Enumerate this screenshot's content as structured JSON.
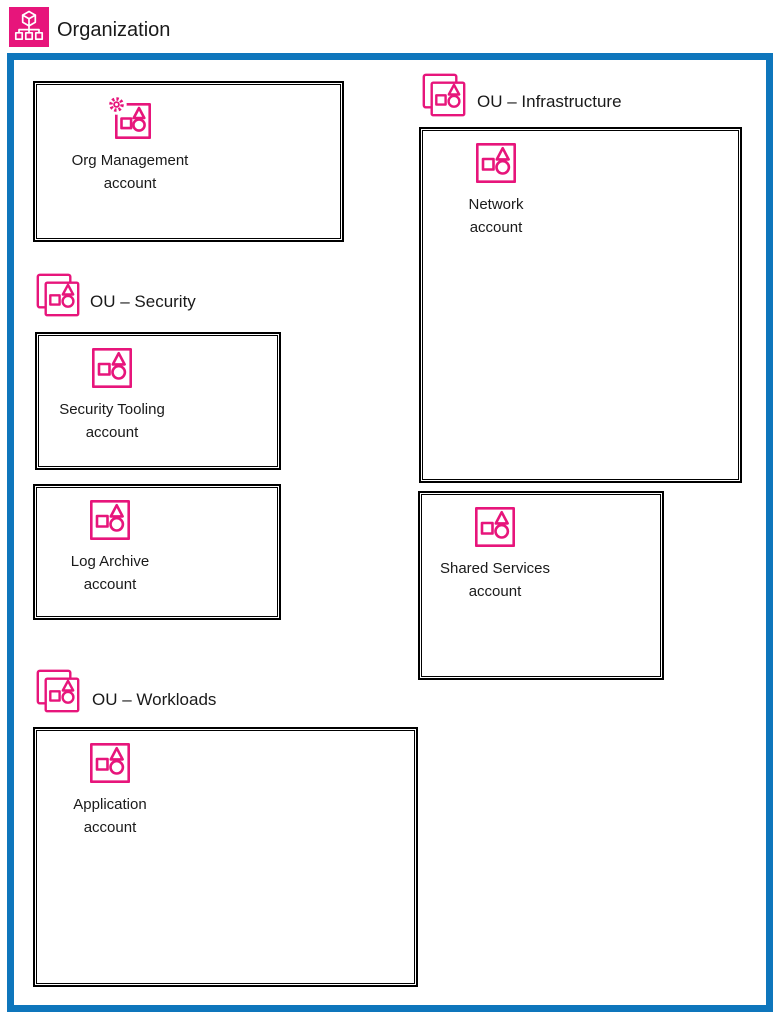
{
  "title": "Organization",
  "colors": {
    "pink": "#E7157B",
    "blue": "#0E76BC",
    "line": "#000000",
    "text": "#1A1A1A"
  },
  "ous": {
    "security": {
      "label": "OU – Security"
    },
    "infrastructure": {
      "label": "OU – Infrastructure"
    },
    "workloads": {
      "label": "OU – Workloads"
    }
  },
  "accounts": {
    "org_management": {
      "line1": "Org Management",
      "line2": "account"
    },
    "security_tooling": {
      "line1": "Security Tooling",
      "line2": "account"
    },
    "log_archive": {
      "line1": "Log Archive",
      "line2": "account"
    },
    "network": {
      "line1": "Network",
      "line2": "account"
    },
    "shared_services": {
      "line1": "Shared Services",
      "line2": "account"
    },
    "application": {
      "line1": "Application",
      "line2": "account"
    }
  }
}
